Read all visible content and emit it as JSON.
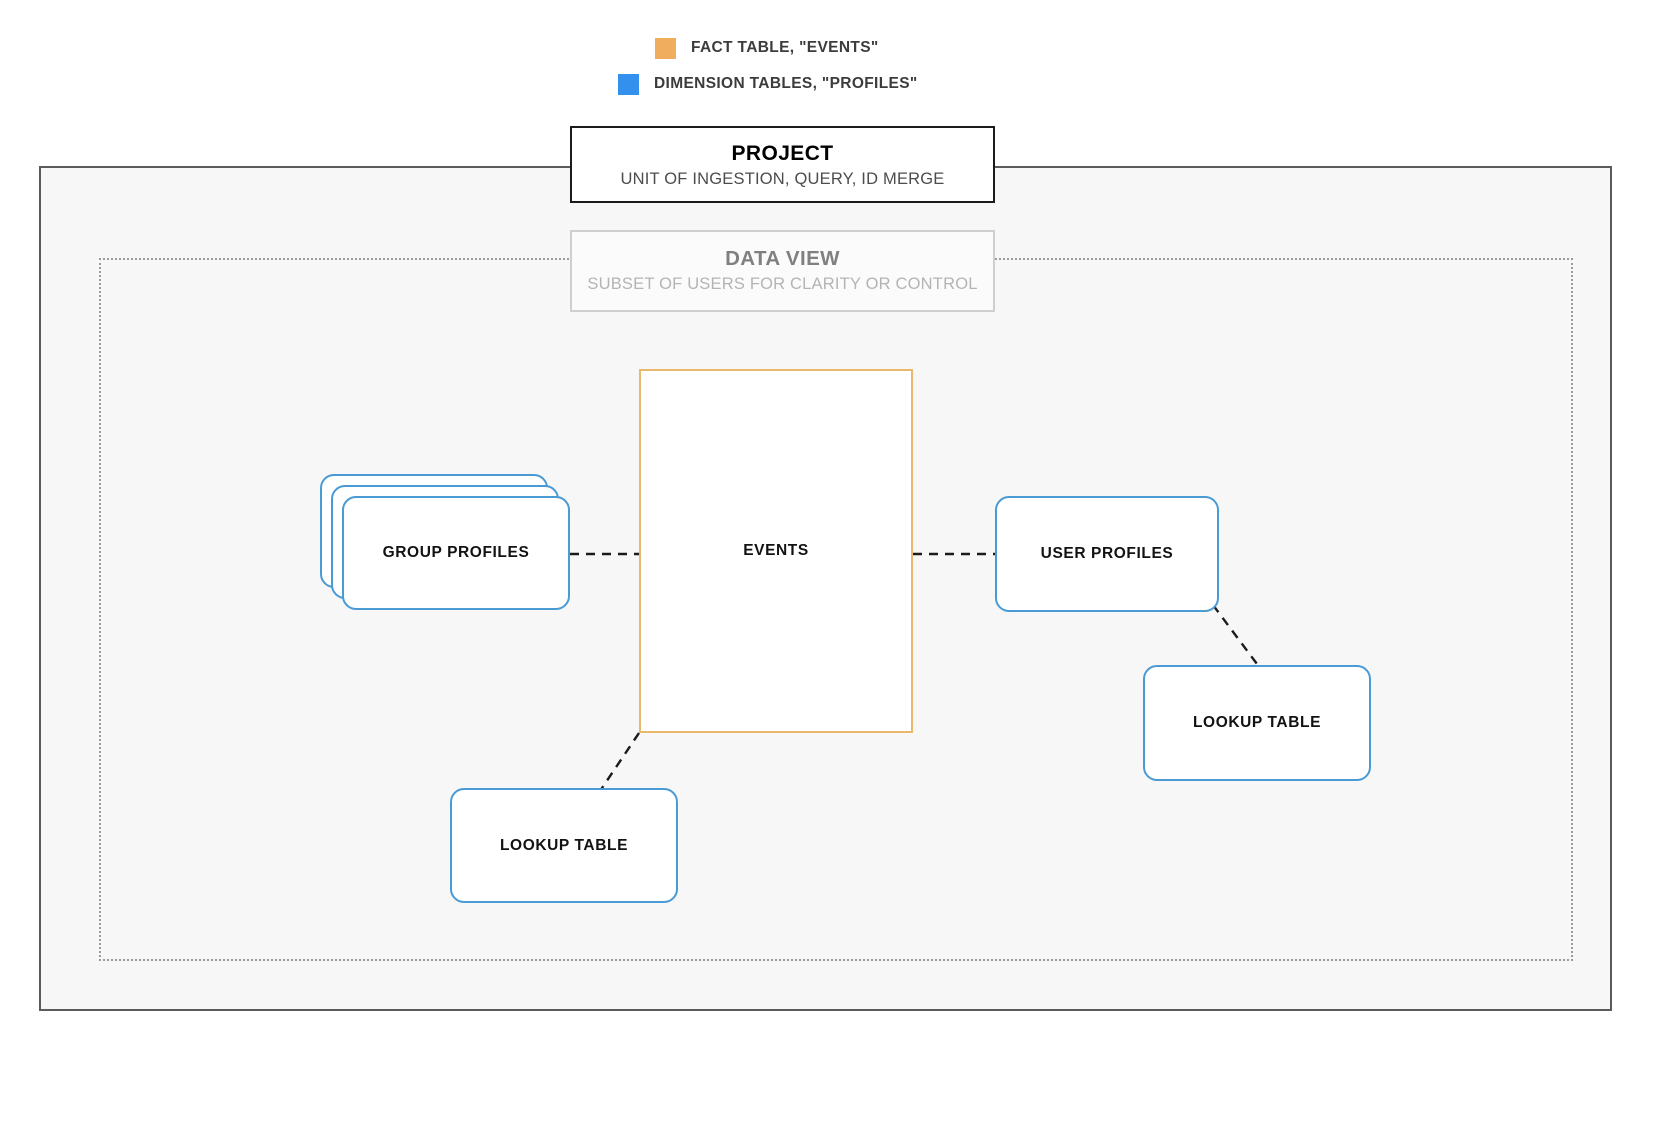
{
  "legend": {
    "items": [
      {
        "id": "fact-table",
        "label": "FACT TABLE, \"EVENTS\"",
        "color": "#f0ad5e",
        "icon": "square-swatch-icon"
      },
      {
        "id": "dimension-tables",
        "label": "DIMENSION TABLES, \"PROFILES\"",
        "color": "#3390ec",
        "icon": "square-swatch-icon"
      }
    ]
  },
  "project": {
    "title": "PROJECT",
    "subtitle": "UNIT OF INGESTION, QUERY, ID MERGE",
    "border_color": "#1b1b1b",
    "fill_color": "#f7f7f7"
  },
  "data_view": {
    "title": "DATA VIEW",
    "subtitle": "SUBSET OF USERS FOR CLARITY OR CONTROL",
    "border_color": "#cfcfcf",
    "outline_style": "dotted"
  },
  "nodes": {
    "events": {
      "label": "EVENTS",
      "type": "fact-table",
      "color": "#eab86b"
    },
    "group_profiles": {
      "label": "GROUP PROFILES",
      "type": "dimension-table-stack",
      "color": "#4a9ad4",
      "sheets": 3
    },
    "user_profiles": {
      "label": "USER PROFILES",
      "type": "dimension-table",
      "color": "#4a9ad4"
    },
    "lookup_table_left": {
      "label": "LOOKUP TABLE",
      "type": "dimension-table",
      "color": "#4a9ad4"
    },
    "lookup_table_right": {
      "label": "LOOKUP TABLE",
      "type": "dimension-table",
      "color": "#4a9ad4"
    }
  },
  "connectors": {
    "style": "dashed",
    "color": "#1b1b1b",
    "links": [
      {
        "id": "group-profiles-to-events",
        "from": "group_profiles",
        "to": "events"
      },
      {
        "id": "events-to-user-profiles",
        "from": "events",
        "to": "user_profiles"
      },
      {
        "id": "user-profiles-to-lookup-right",
        "from": "user_profiles",
        "to": "lookup_table_right"
      },
      {
        "id": "events-to-lookup-left",
        "from": "events",
        "to": "lookup_table_left"
      }
    ]
  }
}
